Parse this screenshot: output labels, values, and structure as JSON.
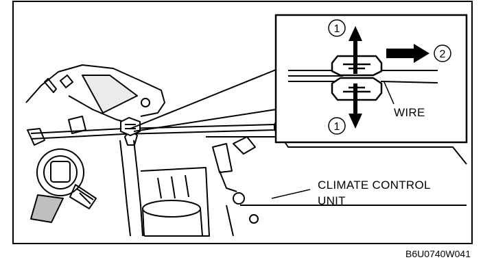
{
  "diagram": {
    "labels": {
      "wire": "WIRE",
      "climate_control_unit_line1": "CLIMATE CONTROL",
      "climate_control_unit_line2": "UNIT"
    },
    "step_markers": {
      "step_1_top": "1",
      "step_1_bottom": "1",
      "step_2": "2"
    },
    "figure_code": "B6U0740W041"
  }
}
